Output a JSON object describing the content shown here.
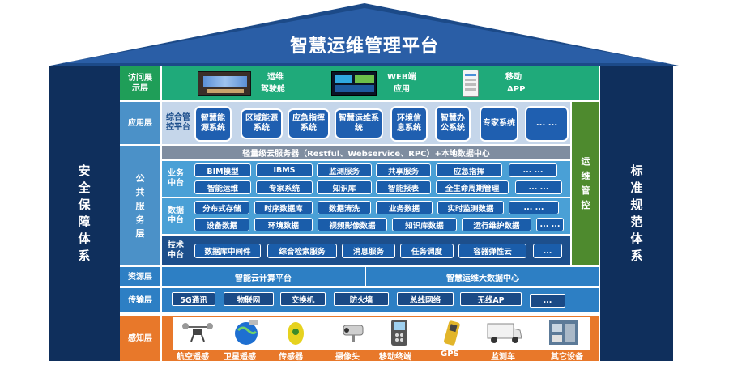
{
  "title": "智慧运维管理平台",
  "left_pillar": [
    "安",
    "全",
    "保",
    "障",
    "体",
    "系"
  ],
  "right_pillar": [
    "标",
    "准",
    "规",
    "范",
    "体",
    "系"
  ],
  "ops_pillar": [
    "运",
    "维",
    "管",
    "控"
  ],
  "layers": {
    "access": "访问展示层",
    "application": "应用层",
    "public": [
      "公",
      "共",
      "服",
      "务",
      "层"
    ],
    "resource": "资源层",
    "transport": "传输层",
    "perception": "感知层"
  },
  "access_items": [
    {
      "label1": "运维",
      "label2": "驾驶舱",
      "icon": "cockpit-screen-icon"
    },
    {
      "label1": "WEB端",
      "label2": "应用",
      "icon": "web-dashboard-icon"
    },
    {
      "label1": "移动",
      "label2": "APP",
      "icon": "mobile-app-icon"
    }
  ],
  "application": {
    "title": "综合管控平台",
    "items": [
      "智慧能源系统",
      "区域能源系统",
      "应急指挥系统",
      "智慧运维系统",
      "环境信息系统",
      "智慧办公系统",
      "专家系统",
      "... ..."
    ]
  },
  "lightweight_server": "轻量级云服务器（Restful、Webservice、RPC）+本地数据中心",
  "business": {
    "title": "业务中台",
    "row1": [
      "BIM模型",
      "IBMS",
      "监测服务",
      "共享服务",
      "应急指挥",
      "... ..."
    ],
    "row2": [
      "智能运维",
      "专家系统",
      "知识库",
      "智能报表",
      "全生命周期管理",
      "... ..."
    ]
  },
  "data_center": {
    "title": "数据中台",
    "row1": [
      "分布式存储",
      "时序数据库",
      "数据清洗",
      "业务数据",
      "实时监测数据",
      "... ..."
    ],
    "row2": [
      "设备数据",
      "环境数据",
      "视频影像数据",
      "知识库数据",
      "运行维护数据",
      "... ..."
    ]
  },
  "tech": {
    "title": "技术中台",
    "items": [
      "数据库中间件",
      "综合检索服务",
      "消息服务",
      "任务调度",
      "容器弹性云",
      "..."
    ]
  },
  "resource": [
    "智能云计算平台",
    "智慧运维大数据中心"
  ],
  "transport": [
    "5G通讯",
    "物联网",
    "交换机",
    "防火墙",
    "总线网络",
    "无线AP",
    "..."
  ],
  "perception": [
    {
      "label": "航空遥感",
      "icon": "drone-icon"
    },
    {
      "label": "卫星遥感",
      "icon": "satellite-globe-icon"
    },
    {
      "label": "传感器",
      "icon": "sensor-icon"
    },
    {
      "label": "摄像头",
      "icon": "camera-icon"
    },
    {
      "label": "移动终端",
      "icon": "handheld-terminal-icon"
    },
    {
      "label": "GPS",
      "icon": "gps-device-icon"
    },
    {
      "label": "监测车",
      "icon": "monitoring-van-icon"
    },
    {
      "label": "其它设备",
      "icon": "other-device-icon"
    }
  ]
}
